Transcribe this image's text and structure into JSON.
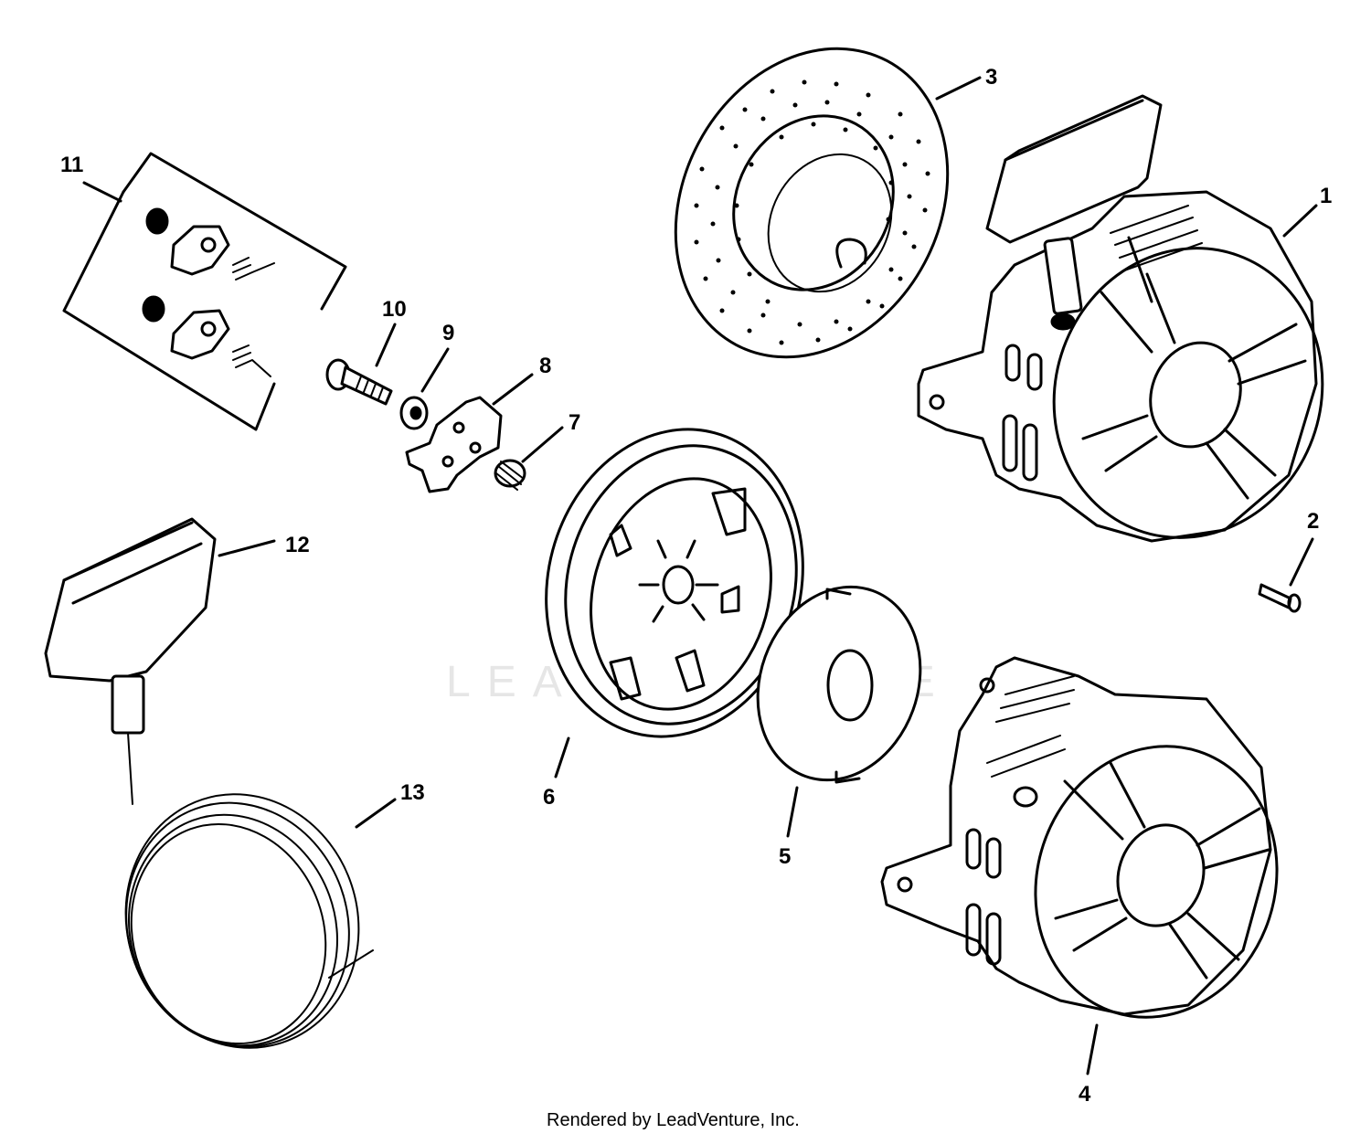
{
  "diagram": {
    "callouts": [
      {
        "id": "1",
        "label": "1"
      },
      {
        "id": "2",
        "label": "2"
      },
      {
        "id": "3",
        "label": "3"
      },
      {
        "id": "4",
        "label": "4"
      },
      {
        "id": "5",
        "label": "5"
      },
      {
        "id": "6",
        "label": "6"
      },
      {
        "id": "7",
        "label": "7"
      },
      {
        "id": "8",
        "label": "8"
      },
      {
        "id": "9",
        "label": "9"
      },
      {
        "id": "10",
        "label": "10"
      },
      {
        "id": "11",
        "label": "11"
      },
      {
        "id": "12",
        "label": "12"
      },
      {
        "id": "13",
        "label": "13"
      }
    ],
    "watermark": "LEADVENTURE",
    "credit": "Rendered by LeadVenture, Inc."
  }
}
